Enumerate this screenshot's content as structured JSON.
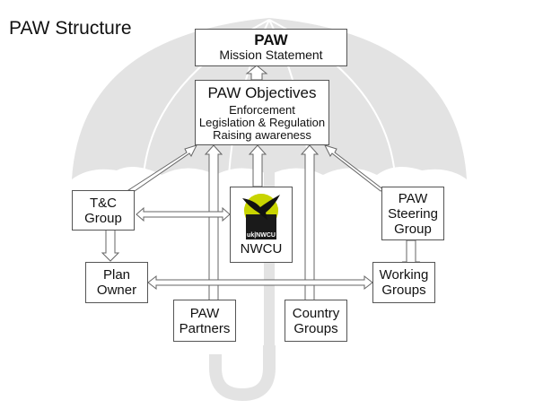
{
  "title": "PAW Structure",
  "nodes": {
    "mission": {
      "line1": "PAW",
      "line2": "Mission Statement"
    },
    "objectives": {
      "heading": "PAW Objectives",
      "items": [
        "Enforcement",
        "Legislation & Regulation",
        "Raising awareness"
      ]
    },
    "tc_group": {
      "line1": "T&C",
      "line2": "Group"
    },
    "nwcu": {
      "logo_text": "uk|NWCU",
      "label": "NWCU"
    },
    "steering": {
      "line1": "PAW",
      "line2": "Steering",
      "line3": "Group"
    },
    "plan_owner": {
      "line1": "Plan",
      "line2": "Owner"
    },
    "working_groups": {
      "line1": "Working",
      "line2": "Groups"
    },
    "partners": {
      "line1": "PAW",
      "line2": "Partners"
    },
    "country": {
      "line1": "Country",
      "line2": "Groups"
    }
  },
  "colors": {
    "umbrella": "#e3e3e3",
    "border": "#555555",
    "logo_yellow": "#c8d400"
  }
}
